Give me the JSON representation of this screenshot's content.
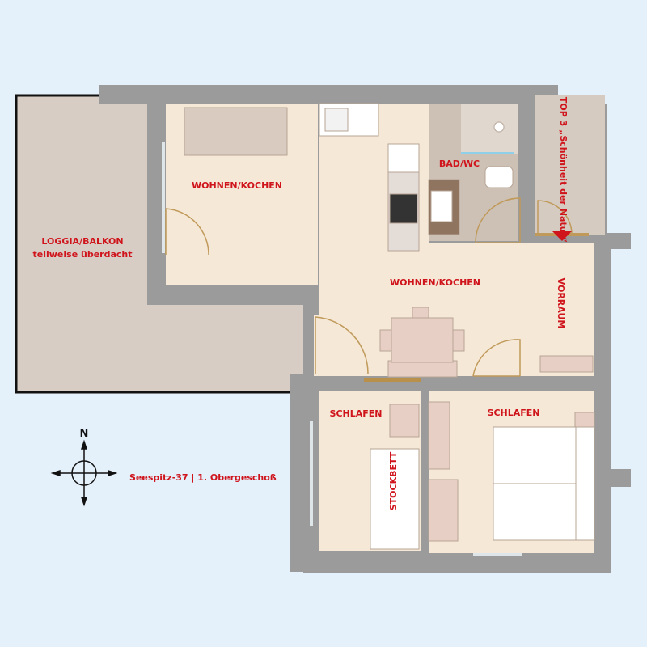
{
  "rooms": {
    "loggia": "LOGGIA/BALKON",
    "loggia_sub": "teilweise überdacht",
    "wohnen_left": "WOHNEN/KOCHEN",
    "wohnen_main": "WOHNEN/KOCHEN",
    "bad": "BAD/WC",
    "vorraum": "VORRAUM",
    "schlafen_1": "SCHLAFEN",
    "schlafen_2": "SCHLAFEN",
    "stockbett": "STOCKBETT"
  },
  "entrance_label": "TOP 3 „Schönheit der Natur“",
  "compass_label": "N",
  "caption": "Seespitz-37 | 1. Obergeschoß",
  "colors": {
    "background": "#e4f0fa",
    "wall": "#9b9b9b",
    "room": "#f5e8d6",
    "loggia": "#d8cdc4",
    "bath": "#cdc0b4",
    "furniture": "#e8cfc5",
    "text": "#d0141c"
  }
}
